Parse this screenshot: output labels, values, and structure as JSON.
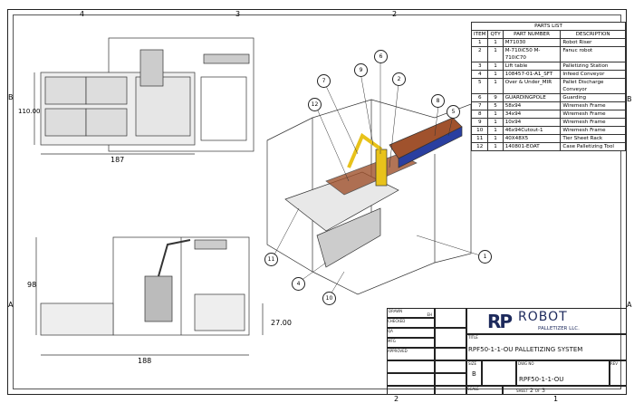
{
  "zones": {
    "top": [
      "4",
      "3",
      "2"
    ],
    "bottom": [
      "2",
      "1"
    ],
    "left": [
      "B",
      "A"
    ],
    "right": [
      "B",
      "A"
    ]
  },
  "dimensions": {
    "top_view_height": "110.00",
    "top_view_width": "187",
    "front_height": "98",
    "front_width": "188",
    "front_side": "27.00"
  },
  "balloons": [
    "7",
    "9",
    "6",
    "2",
    "12",
    "8",
    "5",
    "11",
    "4",
    "10",
    "1"
  ],
  "parts_list": {
    "title": "PARTS LIST",
    "headers": [
      "ITEM",
      "QTY",
      "PART NUMBER",
      "DESCRIPTION"
    ],
    "rows": [
      [
        "1",
        "1",
        "M71030",
        "Robot Riser"
      ],
      [
        "2",
        "1",
        "M-710iC50 M-710iC70",
        "Fanuc robot"
      ],
      [
        "3",
        "1",
        "Lift table",
        "Palletizing Station"
      ],
      [
        "4",
        "1",
        "108457-01-A1_SFT",
        "Infeed Conveyor"
      ],
      [
        "5",
        "1",
        "Over & Under_MIR",
        "Pallet Discharge Conveyor"
      ],
      [
        "6",
        "9",
        "GUARDINGPOLE",
        "Guarding"
      ],
      [
        "7",
        "5",
        "58x94",
        "Wiremesh Frame"
      ],
      [
        "8",
        "1",
        "34x94",
        "Wiremesh Frame"
      ],
      [
        "9",
        "1",
        "10x94",
        "Wiremesh Frame"
      ],
      [
        "10",
        "1",
        "46x94Cutout-1",
        "Wiremesh Frame"
      ],
      [
        "11",
        "1",
        "40X48X5",
        "Tier Sheet Rack"
      ],
      [
        "12",
        "1",
        "140801-EOAT",
        "Case Palletizing Tool"
      ]
    ]
  },
  "title_block": {
    "labels": {
      "drawn": "DRAWN",
      "checked": "CHECKED",
      "qa": "QA",
      "mfg": "MFG",
      "approved": "APPROVED",
      "title": "TITLE",
      "size": "SIZE",
      "dwg_no": "DWG NO",
      "rev": "REV",
      "scale": "SCALE",
      "sheet": "SHEET"
    },
    "drawn_by": "EH",
    "logo_mark": "RP",
    "logo_text": "ROBOT",
    "logo_sub": "PALLETIZER LLC.",
    "title": "RPF50-1-1-OU PALLETIZING SYSTEM",
    "size": "B",
    "dwg_no": "RPF50-1-1-OU",
    "sheet": "2",
    "of": "OF",
    "sheet_total": "3"
  },
  "colors": {
    "robot": "#e8c21a",
    "conveyor": "#2a3fa0",
    "cases": "#a0522d",
    "logo": "#1d2a5c"
  }
}
